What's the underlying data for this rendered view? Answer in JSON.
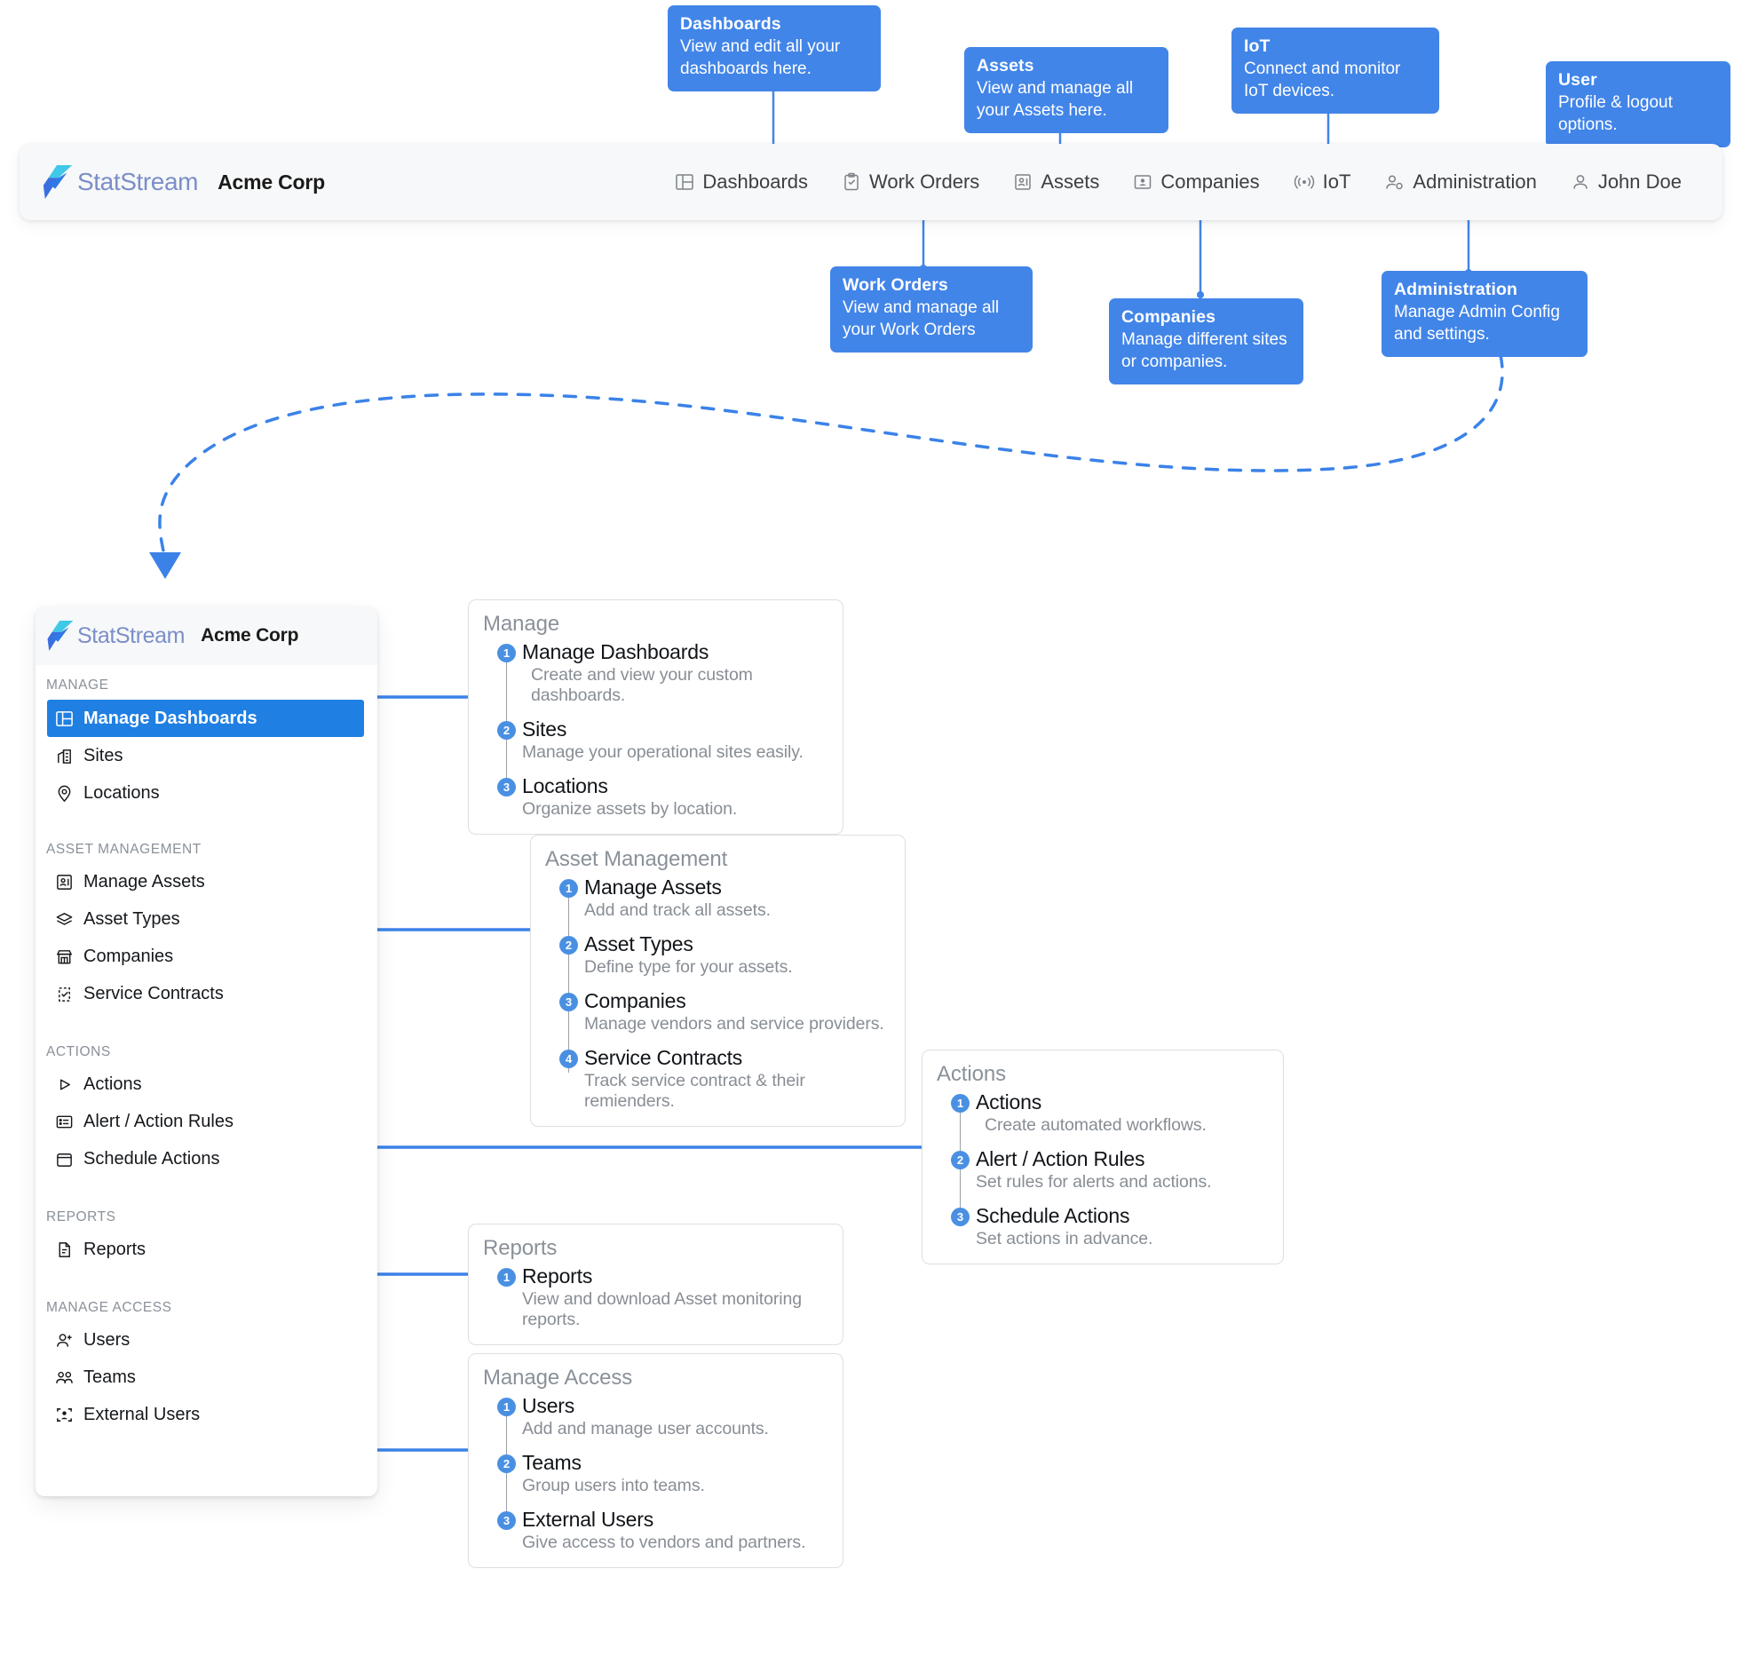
{
  "navbar": {
    "brand_name": "StatStream",
    "org_name": "Acme Corp",
    "links": [
      {
        "label": "Dashboards",
        "icon": "dashboard-icon"
      },
      {
        "label": "Work Orders",
        "icon": "clipboard-check-icon"
      },
      {
        "label": "Assets",
        "icon": "asset-book-icon"
      },
      {
        "label": "Companies",
        "icon": "company-card-icon"
      },
      {
        "label": "IoT",
        "icon": "broadcast-icon"
      },
      {
        "label": "Administration",
        "icon": "user-gear-icon"
      },
      {
        "label": "John Doe",
        "icon": "user-icon"
      }
    ]
  },
  "callouts": [
    {
      "title": "Dashboards",
      "body": "View and edit all your dashboards here."
    },
    {
      "title": "Assets",
      "body": "View and manage all your Assets here."
    },
    {
      "title": "IoT",
      "body": "Connect and monitor IoT devices."
    },
    {
      "title": "User",
      "body": "Profile & logout options."
    },
    {
      "title": "Work Orders",
      "body": "View and manage all your Work Orders"
    },
    {
      "title": "Companies",
      "body": "Manage different sites or companies."
    },
    {
      "title": "Administration",
      "body": "Manage Admin Config and settings."
    }
  ],
  "sidebar": {
    "brand_name": "StatStream",
    "org_name": "Acme Corp",
    "groups": [
      {
        "label": "MANAGE",
        "items": [
          {
            "label": "Manage Dashboards",
            "icon": "dashboard-icon",
            "active": true
          },
          {
            "label": "Sites",
            "icon": "building-icon",
            "active": false
          },
          {
            "label": "Locations",
            "icon": "map-pin-icon",
            "active": false
          }
        ]
      },
      {
        "label": "ASSET MANAGEMENT",
        "items": [
          {
            "label": "Manage Assets",
            "icon": "asset-book-icon",
            "active": false
          },
          {
            "label": "Asset Types",
            "icon": "layers-icon",
            "active": false
          },
          {
            "label": "Companies",
            "icon": "storefront-icon",
            "active": false
          },
          {
            "label": "Service Contracts",
            "icon": "clipboard-check-icon",
            "active": false
          }
        ]
      },
      {
        "label": "ACTIONS",
        "items": [
          {
            "label": "Actions",
            "icon": "play-triangle-icon",
            "active": false
          },
          {
            "label": "Alert / Action Rules",
            "icon": "list-rules-icon",
            "active": false
          },
          {
            "label": "Schedule Actions",
            "icon": "calendar-icon",
            "active": false
          }
        ]
      },
      {
        "label": "REPORTS",
        "items": [
          {
            "label": "Reports",
            "icon": "document-icon",
            "active": false
          }
        ]
      },
      {
        "label": "MANAGE ACCESS",
        "items": [
          {
            "label": "Users",
            "icon": "user-plus-icon",
            "active": false
          },
          {
            "label": "Teams",
            "icon": "users-group-icon",
            "active": false
          },
          {
            "label": "External Users",
            "icon": "user-frame-icon",
            "active": false
          }
        ]
      }
    ]
  },
  "cards": [
    {
      "title": "Manage",
      "rows": [
        {
          "n": "1",
          "title": "Manage Dashboards",
          "desc": "Create and view your custom dashboards.",
          "indent": true
        },
        {
          "n": "2",
          "title": "Sites",
          "desc": "Manage your operational sites easily.",
          "indent": false
        },
        {
          "n": "3",
          "title": "Locations",
          "desc": "Organize assets by location.",
          "indent": false
        }
      ]
    },
    {
      "title": "Asset Management",
      "rows": [
        {
          "n": "1",
          "title": "Manage Assets",
          "desc": "Add and track all assets.",
          "indent": true
        },
        {
          "n": "2",
          "title": "Asset Types",
          "desc": "Define type for your assets.",
          "indent": false
        },
        {
          "n": "3",
          "title": "Companies",
          "desc": "Manage vendors and service providers.",
          "indent": false
        },
        {
          "n": "4",
          "title": "Service Contracts",
          "desc": "Track service contract & their remienders.",
          "indent": false
        }
      ]
    },
    {
      "title": "Actions",
      "rows": [
        {
          "n": "1",
          "title": "Actions",
          "desc": "Create automated workflows.",
          "indent": true
        },
        {
          "n": "2",
          "title": "Alert / Action Rules",
          "desc": "Set rules for alerts and actions.",
          "indent": false
        },
        {
          "n": "3",
          "title": "Schedule Actions",
          "desc": "Set actions in advance.",
          "indent": false
        }
      ]
    },
    {
      "title": "Reports",
      "rows": [
        {
          "n": "1",
          "title": "Reports",
          "desc": "View and download Asset monitoring reports.",
          "indent": false
        }
      ]
    },
    {
      "title": "Manage Access",
      "rows": [
        {
          "n": "1",
          "title": "Users",
          "desc": "Add and manage user accounts.",
          "indent": false
        },
        {
          "n": "2",
          "title": "Teams",
          "desc": "Group users into teams.",
          "indent": false
        },
        {
          "n": "3",
          "title": "External Users",
          "desc": "Give access to vendors and partners.",
          "indent": false
        }
      ]
    }
  ],
  "colors": {
    "accent_blue": "#4285e8",
    "active_blue": "#1f7fe3",
    "badge_blue": "#4a90e2",
    "logo_cyan": "#3fc8e8",
    "logo_blue": "#3b6fe0",
    "muted_text": "#8a9199",
    "panel_bg": "#f7f8f9"
  }
}
